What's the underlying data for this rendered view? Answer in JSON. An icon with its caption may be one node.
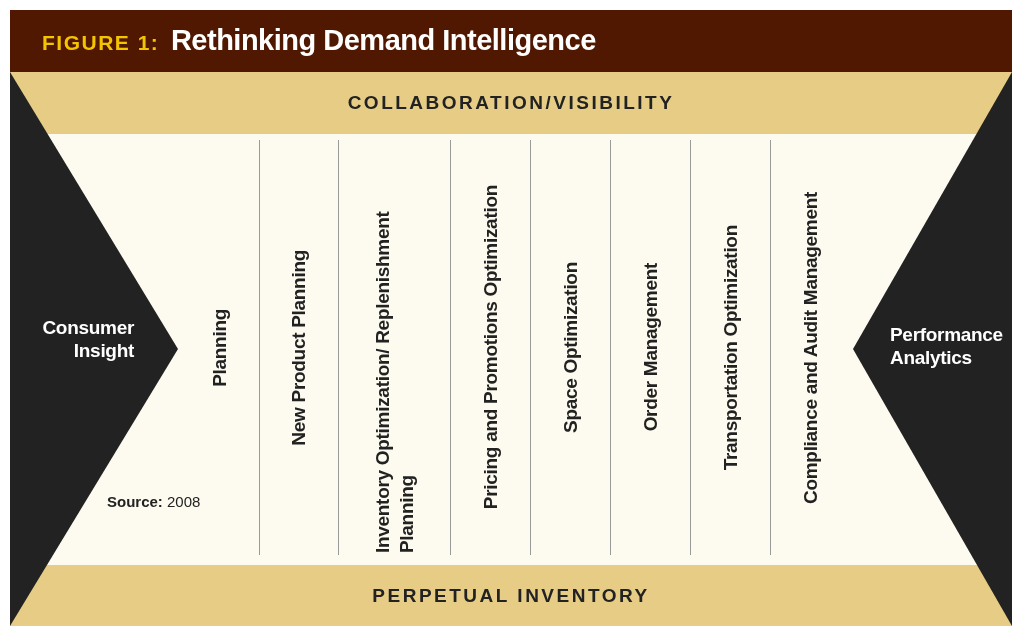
{
  "diagram": {
    "title": "**FIGURE 1:** Rethinking Demand Intelligence",
    "nodes": [
      {
        "text": [
          "COLLABORATION/VISIBILITY"
        ]
      },
      {
        "text": [
          "Consumer Insight"
        ]
      },
      {
        "text": [
          "Planning"
        ]
      },
      {
        "text": [
          "New Product Planning"
        ]
      },
      {
        "text": [
          "Inventory Optimization/ Replenishment Planning"
        ]
      },
      {
        "text": [
          "Pricing and Promotions Optimization"
        ]
      },
      {
        "text": [
          "Space Optimization"
        ]
      },
      {
        "text": [
          "Order Management"
        ]
      },
      {
        "text": [
          "Transportation Optimization"
        ]
      },
      {
        "text": [
          "Compliance and Audit Management"
        ]
      },
      {
        "text": [
          "Performance Analytics"
        ]
      },
      {
        "text": [
          "PERPETUAL INVENTORY"
        ]
      }
    ],
    "labels": [
      "**Source:** 2008"
    ]
  }
}
